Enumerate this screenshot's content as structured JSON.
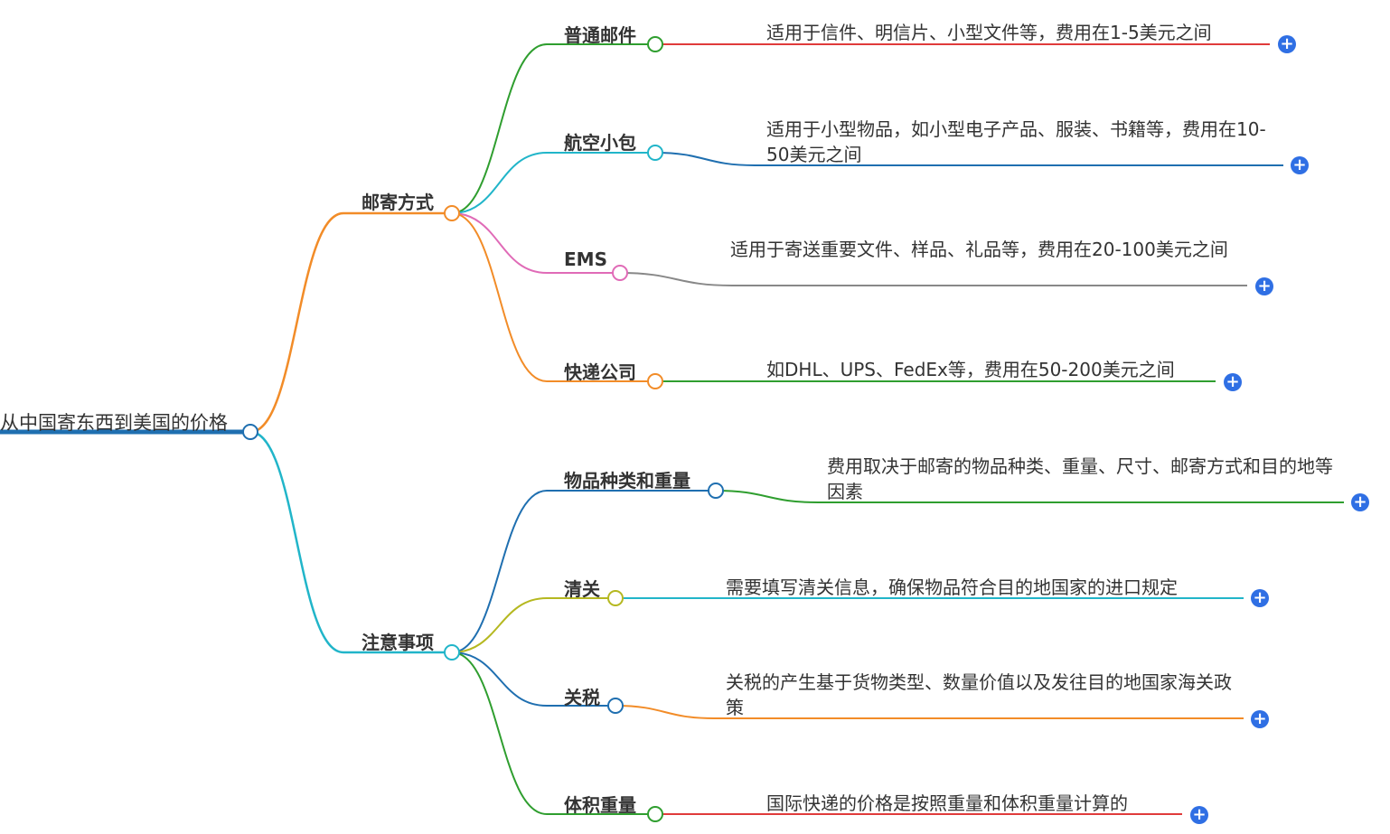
{
  "root": {
    "label": "从中国寄东西到美国的价格"
  },
  "branches": [
    {
      "label": "邮寄方式",
      "color": "#f28c28",
      "children": [
        {
          "label": "普通邮件",
          "color": "#2f9e2f",
          "leaf": "适用于信件、明信片、小型文件等，费用在1-5美元之间",
          "leaf_color": "#e03b3b"
        },
        {
          "label": "航空小包",
          "color": "#21b5c9",
          "leaf": "适用于小型物品，如小型电子产品、服装、书籍等，费用在10-50美元之间",
          "leaf_color": "#1f6fb0"
        },
        {
          "label": "EMS",
          "color": "#e06bb7",
          "leaf": "适用于寄送重要文件、样品、礼品等，费用在20-100美元之间",
          "leaf_color": "#888888"
        },
        {
          "label": "快递公司",
          "color": "#f28c28",
          "leaf": "如DHL、UPS、FedEx等，费用在50-200美元之间",
          "leaf_color": "#2f9e2f"
        }
      ]
    },
    {
      "label": "注意事项",
      "color": "#21b5c9",
      "children": [
        {
          "label": "物品种类和重量",
          "color": "#1f6fb0",
          "leaf": "费用取决于邮寄的物品种类、重量、尺寸、邮寄方式和目的地等因素",
          "leaf_color": "#2f9e2f"
        },
        {
          "label": "清关",
          "color": "#b5b820",
          "leaf": "需要填写清关信息，确保物品符合目的地国家的进口规定",
          "leaf_color": "#21b5c9"
        },
        {
          "label": "关税",
          "color": "#1f6fb0",
          "leaf": "关税的产生基于货物类型、数量价值以及发往目的地国家海关政策",
          "leaf_color": "#f28c28"
        },
        {
          "label": "体积重量",
          "color": "#2f9e2f",
          "leaf": "国际快递的价格是按照重量和体积重量计算的",
          "leaf_color": "#e03b3b"
        }
      ]
    }
  ],
  "expand_icon": "plus-icon",
  "root_line_color": "#1f6fb0",
  "plus_color": "#2f6fe4"
}
